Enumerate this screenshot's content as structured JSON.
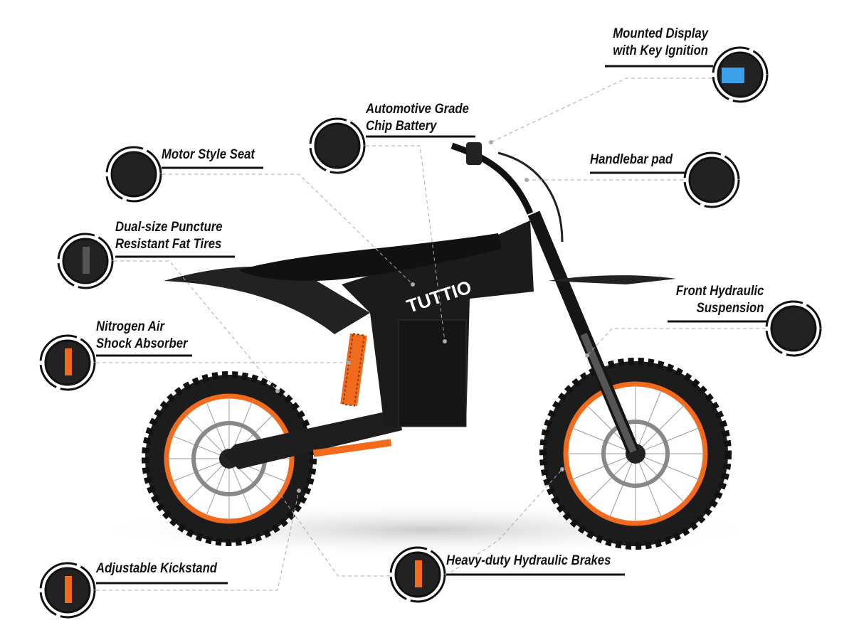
{
  "brand": "TUTTIO",
  "colors": {
    "accent": "#f26a1b",
    "frame": "#1a1a1a",
    "line": "#111111",
    "leader": "#aaaaaa"
  },
  "callouts": [
    {
      "id": "display",
      "lines": [
        "Mounted Display",
        "with Key Ignition"
      ],
      "icon": "display-thumbnail"
    },
    {
      "id": "battery",
      "lines": [
        "Automotive Grade",
        "Chip Battery"
      ],
      "icon": "battery-thumbnail"
    },
    {
      "id": "seat",
      "lines": [
        "Motor Style Seat"
      ],
      "icon": "seat-thumbnail"
    },
    {
      "id": "handlebar",
      "lines": [
        "Handlebar pad"
      ],
      "icon": "handlebar-thumbnail"
    },
    {
      "id": "tires",
      "lines": [
        "Dual-size Puncture",
        "Resistant Fat Tires"
      ],
      "icon": "tire-thumbnail"
    },
    {
      "id": "suspension",
      "lines": [
        "Front Hydraulic",
        "Suspension"
      ],
      "icon": "fork-thumbnail"
    },
    {
      "id": "shock",
      "lines": [
        "Nitrogen Air",
        "Shock Absorber"
      ],
      "icon": "shock-thumbnail"
    },
    {
      "id": "kickstand",
      "lines": [
        "Adjustable Kickstand"
      ],
      "icon": "kickstand-thumbnail"
    },
    {
      "id": "brakes",
      "lines": [
        "Heavy-duty Hydraulic Brakes"
      ],
      "icon": "brake-thumbnail"
    }
  ]
}
